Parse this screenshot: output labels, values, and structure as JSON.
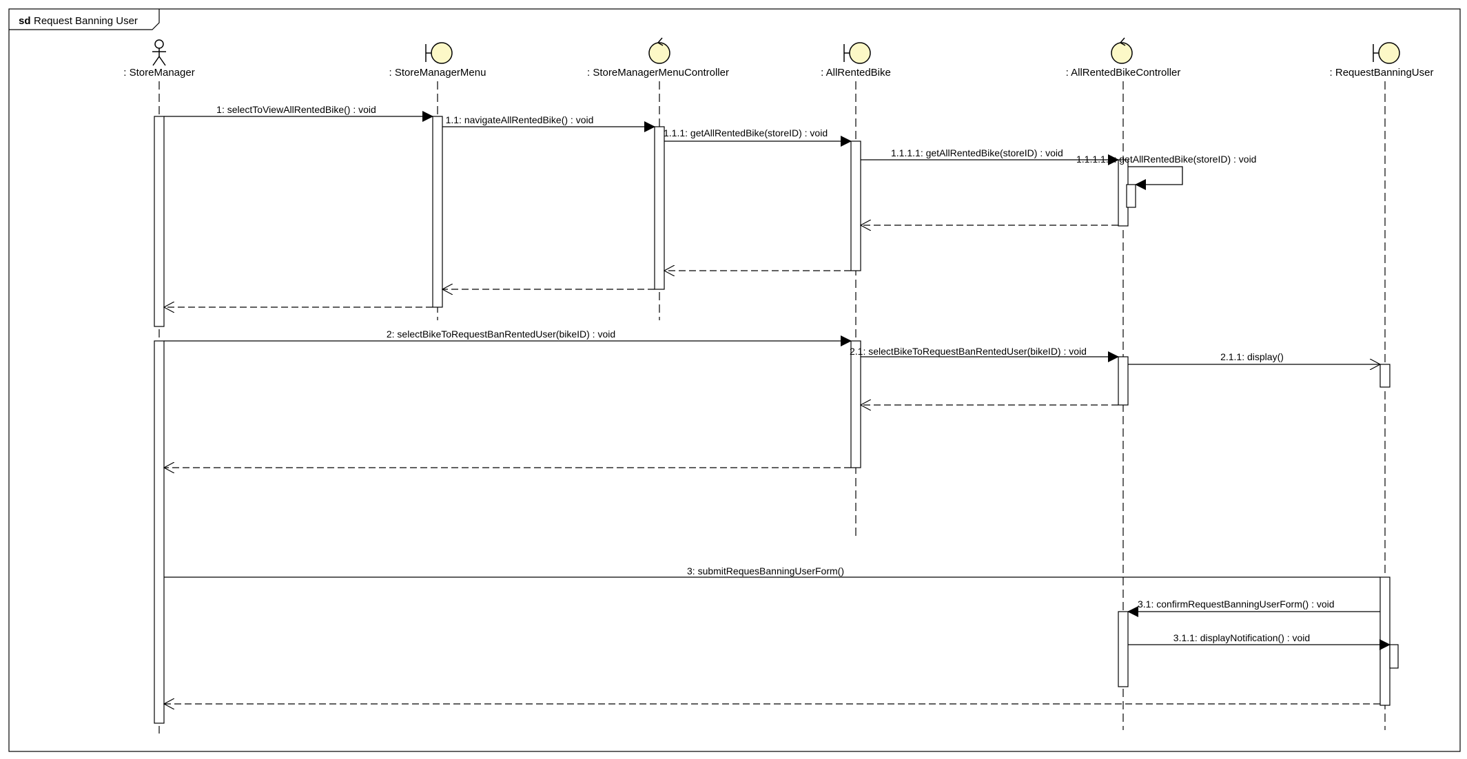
{
  "frame": {
    "keyword": "sd",
    "title": "Request Banning User"
  },
  "colors": {
    "icon_fill": "#fcf8c7",
    "line": "#000000",
    "background": "#ffffff"
  },
  "participants": [
    {
      "id": "sm",
      "name": ": StoreManager",
      "kind": "actor",
      "icon": "actor-icon"
    },
    {
      "id": "smm",
      "name": ": StoreManagerMenu",
      "kind": "boundary",
      "icon": "boundary-icon"
    },
    {
      "id": "smmc",
      "name": ": StoreManagerMenuController",
      "kind": "control",
      "icon": "control-icon"
    },
    {
      "id": "arb",
      "name": ": AllRentedBike",
      "kind": "boundary",
      "icon": "boundary-icon"
    },
    {
      "id": "arbc",
      "name": ": AllRentedBikeController",
      "kind": "control",
      "icon": "control-icon"
    },
    {
      "id": "rbu",
      "name": ": RequestBanningUser",
      "kind": "boundary",
      "icon": "boundary-icon"
    }
  ],
  "messages": [
    {
      "label": "1: selectToViewAllRentedBike() : void",
      "type": "sync",
      "from": "sm",
      "to": "smm"
    },
    {
      "label": "1.1: navigateAllRentedBike() : void",
      "type": "sync",
      "from": "smm",
      "to": "smmc"
    },
    {
      "label": "1.1.1: getAllRentedBike(storeID) : void",
      "type": "sync",
      "from": "smmc",
      "to": "arb"
    },
    {
      "label": "1.1.1.1: getAllRentedBike(storeID) : void",
      "type": "sync",
      "from": "arb",
      "to": "arbc"
    },
    {
      "label": "1.1.1.1.1: getAllRentedBike(storeID) : void",
      "type": "self",
      "from": "arbc",
      "to": "arbc"
    },
    {
      "label": "",
      "type": "return",
      "from": "arbc",
      "to": "arb"
    },
    {
      "label": "",
      "type": "return",
      "from": "arb",
      "to": "smmc"
    },
    {
      "label": "",
      "type": "return",
      "from": "smmc",
      "to": "smm"
    },
    {
      "label": "",
      "type": "return",
      "from": "smm",
      "to": "sm"
    },
    {
      "label": "2: selectBikeToRequestBanRentedUser(bikeID) : void",
      "type": "sync",
      "from": "sm",
      "to": "arb"
    },
    {
      "label": "2.1: selectBikeToRequestBanRentedUser(bikeID) : void",
      "type": "sync",
      "from": "arb",
      "to": "arbc"
    },
    {
      "label": "2.1.1: display()",
      "type": "async",
      "from": "arbc",
      "to": "rbu"
    },
    {
      "label": "",
      "type": "return",
      "from": "arbc",
      "to": "arb"
    },
    {
      "label": "",
      "type": "return",
      "from": "arb",
      "to": "sm"
    },
    {
      "label": "3: submitRequesBanningUserForm()",
      "type": "plain",
      "from": "sm",
      "to": "rbu"
    },
    {
      "label": "3.1: confirmRequestBanningUserForm() : void",
      "type": "sync",
      "from": "rbu",
      "to": "arbc"
    },
    {
      "label": "3.1.1: displayNotification() : void",
      "type": "sync",
      "from": "arbc",
      "to": "rbu"
    },
    {
      "label": "",
      "type": "return",
      "from": "rbu",
      "to": "sm"
    }
  ]
}
